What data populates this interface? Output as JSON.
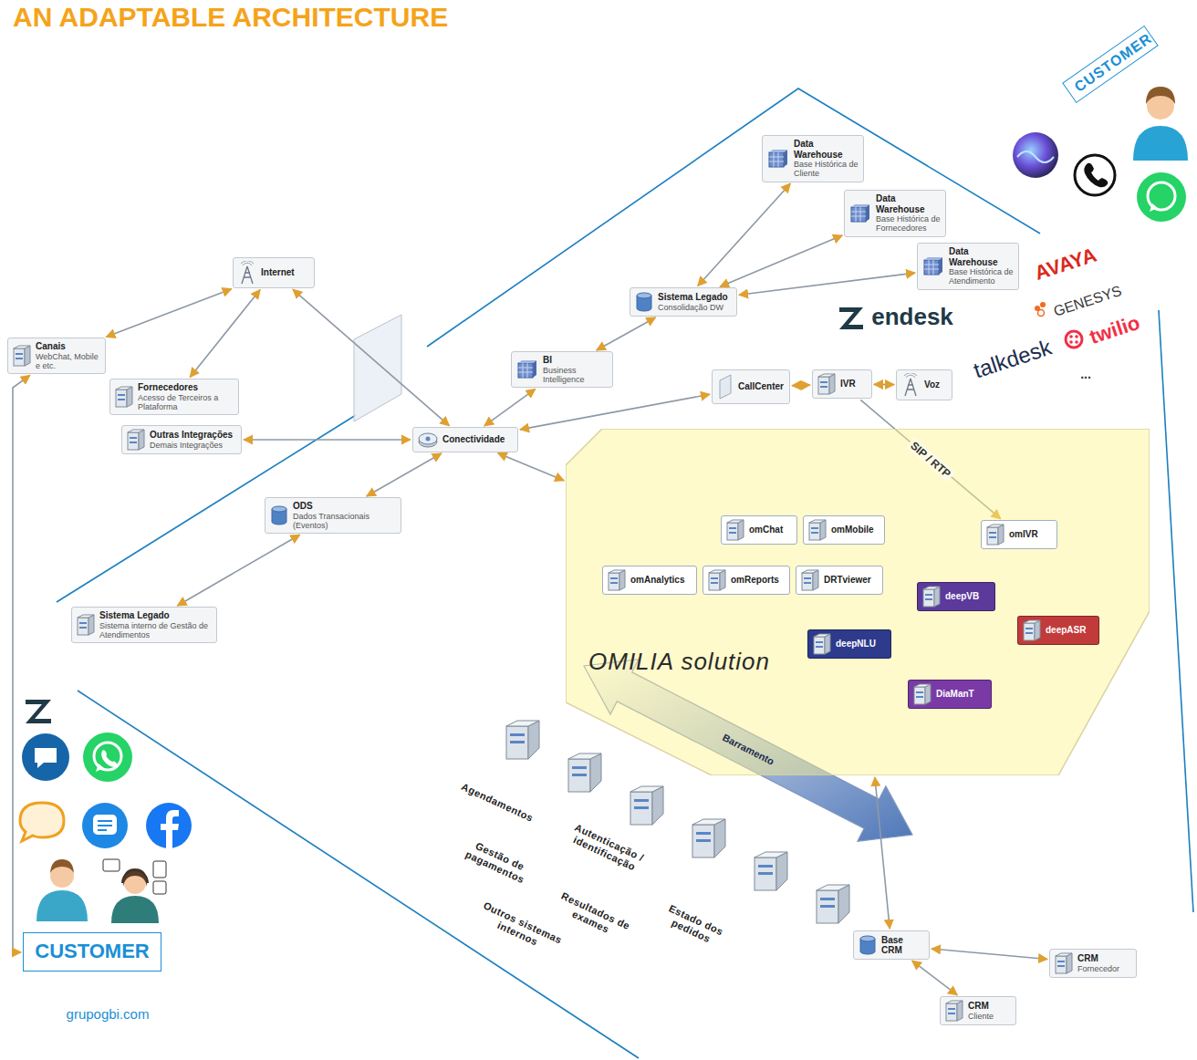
{
  "diagram": {
    "title": "AN ADAPTABLE ARCHITECTURE",
    "nodes": [
      {
        "text": [
          "Canais",
          "WebChat, Mobile e etc."
        ]
      },
      {
        "text": [
          "Fornecedores",
          "Acesso de Terceiros a Plataforma"
        ]
      },
      {
        "text": [
          "Outras Integrações",
          "Demais Integrações"
        ]
      },
      {
        "text": [
          "Internet"
        ]
      },
      {
        "text": [
          "Conectividade"
        ]
      },
      {
        "text": [
          "ODS",
          "Dados Transacionais (Eventos)"
        ]
      },
      {
        "text": [
          "Sistema Legado",
          "Sistema interno de Gestão de Atendimentos"
        ]
      },
      {
        "text": [
          "BI",
          "Business Intelligence"
        ]
      },
      {
        "text": [
          "Sistema Legado",
          "Consolidação DW"
        ]
      },
      {
        "text": [
          "Data Warehouse",
          "Base Histórica de Cliente"
        ]
      },
      {
        "text": [
          "Data Warehouse",
          "Base Histórica de Fornecedores"
        ]
      },
      {
        "text": [
          "Data Warehouse",
          "Base Histórica de Atendimento"
        ]
      },
      {
        "text": [
          "CallCenter"
        ]
      },
      {
        "text": [
          "IVR"
        ]
      },
      {
        "text": [
          "Voz"
        ]
      },
      {
        "text": [
          "OMILIA solution"
        ]
      },
      {
        "text": [
          "omChat"
        ],
        "in": 15
      },
      {
        "text": [
          "omMobile"
        ],
        "in": 15
      },
      {
        "text": [
          "omAnalytics"
        ],
        "in": 15
      },
      {
        "text": [
          "omReports"
        ],
        "in": 15
      },
      {
        "text": [
          "DRTviewer"
        ],
        "in": 15
      },
      {
        "text": [
          "omIVR"
        ],
        "in": 15
      },
      {
        "text": [
          "deepVB"
        ],
        "in": 15
      },
      {
        "text": [
          "deepASR"
        ],
        "in": 15
      },
      {
        "text": [
          "deepNLU"
        ],
        "in": 15
      },
      {
        "text": [
          "DiaManT"
        ],
        "in": 15
      },
      {
        "text": [
          "Base CRM"
        ]
      },
      {
        "text": [
          "CRM",
          "Cliente"
        ]
      },
      {
        "text": [
          "CRM",
          "Fornecedor"
        ]
      },
      {
        "text": [
          "CUSTOMER"
        ]
      },
      {
        "text": [
          "CUSTOMER"
        ]
      }
    ],
    "edges": [
      {
        "from": 0,
        "to": 3,
        "arrow": "both"
      },
      {
        "from": 1,
        "to": 3,
        "arrow": "both"
      },
      {
        "from": 2,
        "to": 4,
        "arrow": "both"
      },
      {
        "from": 3,
        "to": 4,
        "arrow": "both"
      },
      {
        "from": 4,
        "to": 5,
        "arrow": "both"
      },
      {
        "from": 5,
        "to": 6,
        "arrow": "both"
      },
      {
        "from": 4,
        "to": 7,
        "arrow": "both"
      },
      {
        "from": 7,
        "to": 8,
        "arrow": "both"
      },
      {
        "from": 8,
        "to": 9,
        "arrow": "both"
      },
      {
        "from": 8,
        "to": 10,
        "arrow": "both"
      },
      {
        "from": 8,
        "to": 11,
        "arrow": "both"
      },
      {
        "from": 4,
        "to": 12,
        "arrow": "both"
      },
      {
        "from": 12,
        "to": 13,
        "arrow": "both"
      },
      {
        "from": 13,
        "to": 14,
        "arrow": "both"
      },
      {
        "from": 13,
        "to": 21,
        "label": "SIP / RTP",
        "arrow": "to"
      },
      {
        "from": 4,
        "to": 15,
        "arrow": "both"
      },
      {
        "from": 15,
        "to": 26,
        "arrow": "both"
      },
      {
        "from": 26,
        "to": 27,
        "arrow": "both"
      },
      {
        "from": 26,
        "to": 28,
        "arrow": "both"
      },
      {
        "from": 30,
        "to": 0,
        "arrow": "both"
      }
    ],
    "labels": [
      "Barramento",
      "Agendamentos",
      "Autenticação / identificação",
      "Estado dos pedidos",
      "Gestão de pagamentos",
      "Resultados de exames",
      "Outros sistemas internos",
      "endesk",
      "AVAYA",
      "GENESYS",
      "twilio",
      "talkdesk",
      "...",
      "grupogbi.com"
    ]
  }
}
